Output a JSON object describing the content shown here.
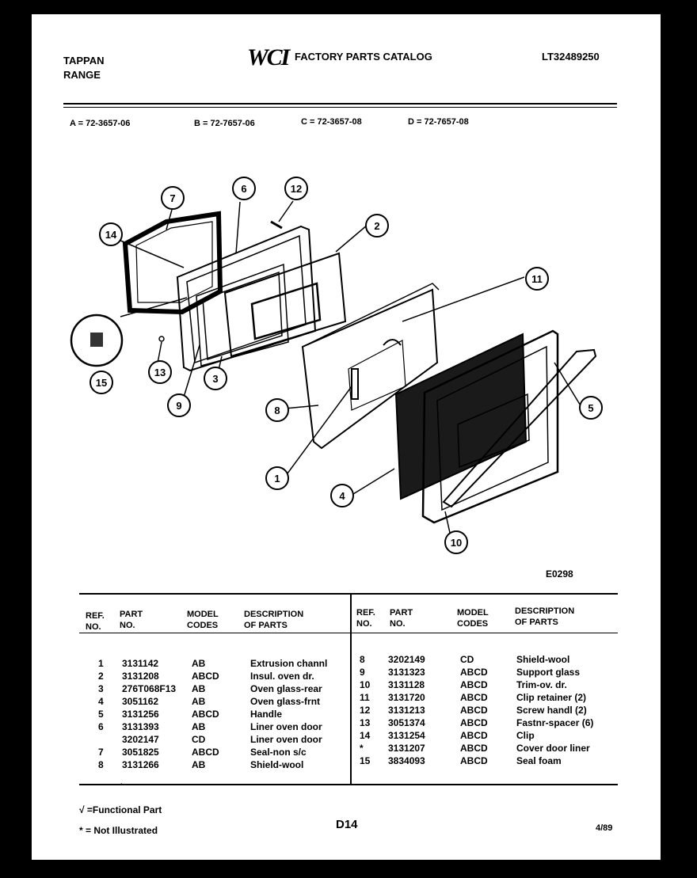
{
  "header": {
    "brand_line1": "TAPPAN",
    "brand_line2": "RANGE",
    "logo_text": "WCI",
    "catalog_title": "FACTORY PARTS CATALOG",
    "catalog_number": "LT32489250"
  },
  "models": [
    {
      "key": "A",
      "value": "72-3657-06",
      "text": "A = 72-3657-06"
    },
    {
      "key": "B",
      "value": "72-7657-06",
      "text": "B = 72-7657-06"
    },
    {
      "key": "C",
      "value": "72-3657-08",
      "text": "C = 72-3657-08"
    },
    {
      "key": "D",
      "value": "72-7657-08",
      "text": "D = 72-7657-08"
    }
  ],
  "diagram": {
    "figure_code": "E0298",
    "callouts": [
      "1",
      "2",
      "3",
      "4",
      "5",
      "6",
      "7",
      "8",
      "9",
      "10",
      "11",
      "12",
      "13",
      "14",
      "15"
    ]
  },
  "table": {
    "columns": {
      "ref": [
        "REF.",
        "NO."
      ],
      "part": [
        "PART",
        "NO."
      ],
      "model": [
        "MODEL",
        "CODES"
      ],
      "desc": [
        "DESCRIPTION",
        "OF PARTS"
      ]
    },
    "left_rows": [
      {
        "ref": "1",
        "part": "3131142",
        "model": "AB",
        "desc": "Extrusion channl"
      },
      {
        "ref": "2",
        "part": "3131208",
        "model": "ABCD",
        "desc": "Insul. oven dr."
      },
      {
        "ref": "3",
        "part": "276T068F13",
        "model": "AB",
        "desc": "Oven glass-rear"
      },
      {
        "ref": "4",
        "part": "3051162",
        "model": "AB",
        "desc": "Oven glass-frnt"
      },
      {
        "ref": "5",
        "part": "3131256",
        "model": "ABCD",
        "desc": "Handle"
      },
      {
        "ref": "6",
        "part": "3131393",
        "model": "AB",
        "desc": "Liner oven door"
      },
      {
        "ref": "",
        "part": "3202147",
        "model": "CD",
        "desc": "Liner oven door"
      },
      {
        "ref": "7",
        "part": "3051825",
        "model": "ABCD",
        "desc": "Seal-non s/c"
      },
      {
        "ref": "8",
        "part": "3131266",
        "model": "AB",
        "desc": "Shield-wool"
      }
    ],
    "right_rows": [
      {
        "ref": "8",
        "part": "3202149",
        "model": "CD",
        "desc": "Shield-wool"
      },
      {
        "ref": "9",
        "part": "3131323",
        "model": "ABCD",
        "desc": "Support glass"
      },
      {
        "ref": "10",
        "part": "3131128",
        "model": "ABCD",
        "desc": "Trim-ov. dr."
      },
      {
        "ref": "11",
        "part": "3131720",
        "model": "ABCD",
        "desc": "Clip retainer (2)"
      },
      {
        "ref": "12",
        "part": "3131213",
        "model": "ABCD",
        "desc": "Screw handl (2)"
      },
      {
        "ref": "13",
        "part": "3051374",
        "model": "ABCD",
        "desc": "Fastnr-spacer (6)"
      },
      {
        "ref": "14",
        "part": "3131254",
        "model": "ABCD",
        "desc": "Clip"
      },
      {
        "ref": "*",
        "part": "3131207",
        "model": "ABCD",
        "desc": "Cover door liner"
      },
      {
        "ref": "15",
        "part": "3834093",
        "model": "ABCD",
        "desc": "Seal foam"
      }
    ]
  },
  "footer": {
    "functional_note": "√ =Functional Part",
    "not_illustrated_note": "* = Not Illustrated",
    "page_code": "D14",
    "date": "4/89"
  }
}
